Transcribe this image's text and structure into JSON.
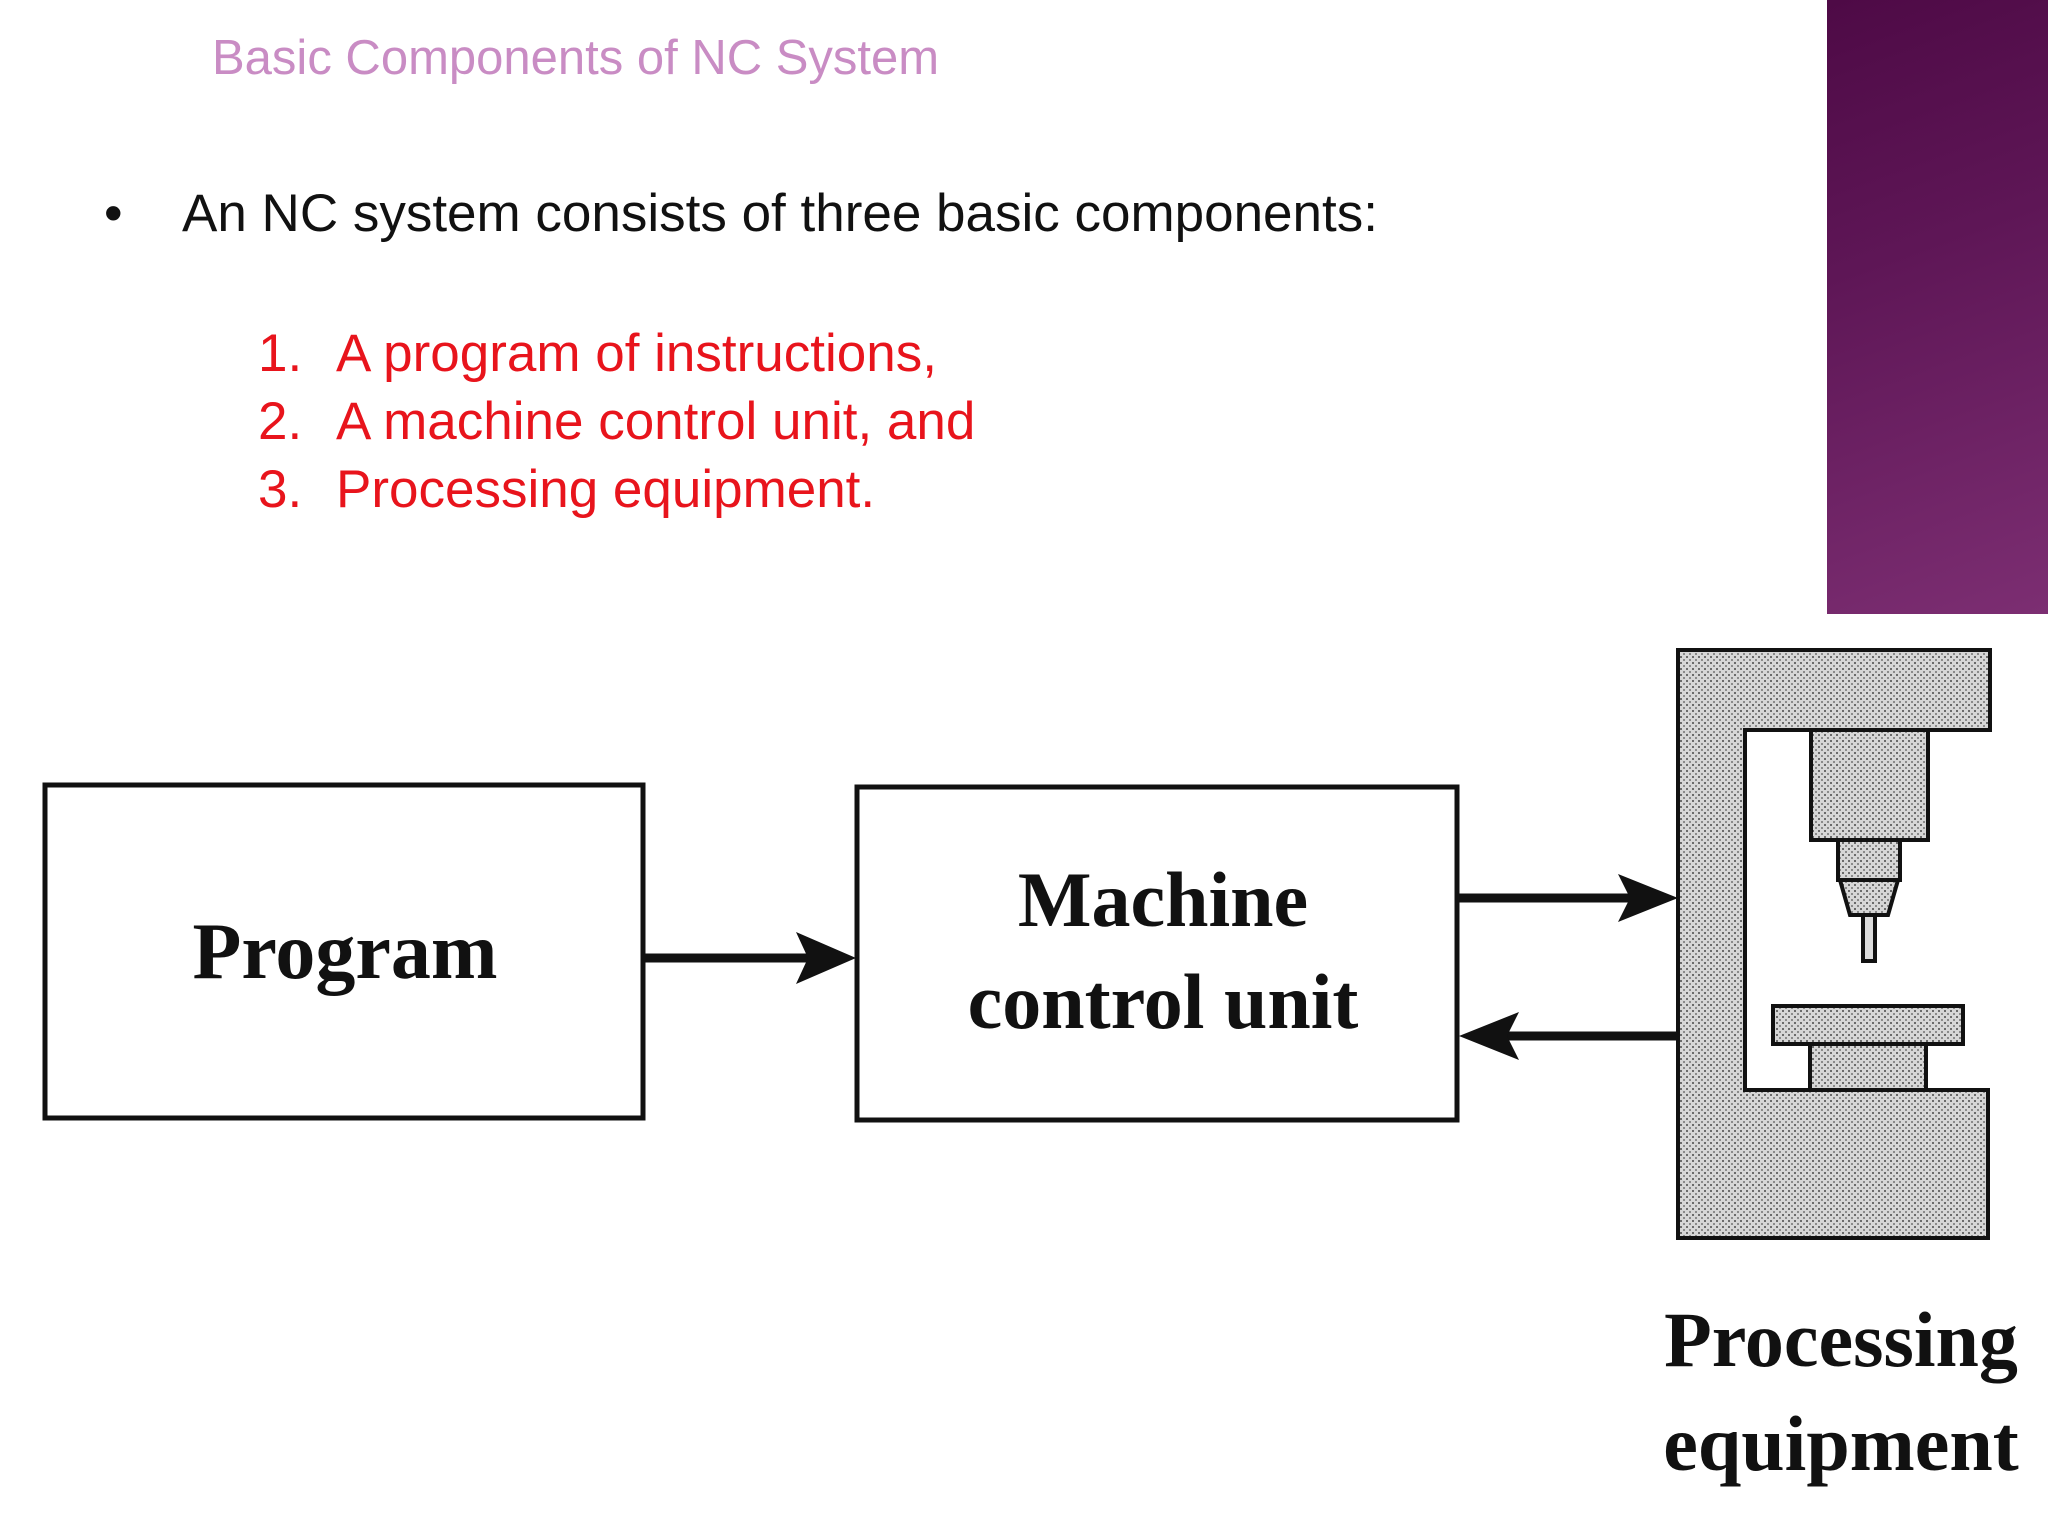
{
  "slide": {
    "title": "Basic Components of NC System",
    "bullet": "An NC system consists of three basic components:",
    "list": [
      {
        "number": "1.",
        "text": "A program of instructions,"
      },
      {
        "number": "2.",
        "text": "A machine control unit, and"
      },
      {
        "number": "3.",
        "text": "Processing equipment."
      }
    ]
  },
  "diagram": {
    "program_label": "Program",
    "mcu_label_line1": "Machine",
    "mcu_label_line2": "control unit",
    "equipment_label_line1": "Processing",
    "equipment_label_line2": "equipment"
  },
  "colors": {
    "title": "#c98cc4",
    "list_text": "#e8141c",
    "body_text": "#111111",
    "accent_panel": "#5e1656"
  }
}
